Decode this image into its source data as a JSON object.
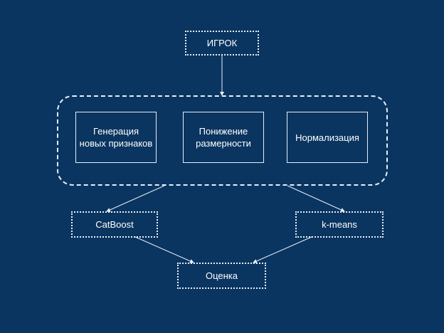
{
  "diagram": {
    "nodes": {
      "player": "ИГРОК",
      "feature_generation": "Генерация\nновых признаков",
      "dim_reduction": "Понижение\nразмерности",
      "normalization": "Нормализация",
      "catboost": "CatBoost",
      "kmeans": "k-means",
      "evaluation": "Оценка"
    },
    "edges": [
      {
        "from": "player",
        "to": "preprocessing"
      },
      {
        "from": "preprocessing",
        "to": "catboost"
      },
      {
        "from": "preprocessing",
        "to": "kmeans"
      },
      {
        "from": "catboost",
        "to": "evaluation"
      },
      {
        "from": "kmeans",
        "to": "evaluation"
      }
    ],
    "colors": {
      "background": "#0a3561",
      "stroke": "#e9eef5",
      "text": "#ffffff"
    }
  }
}
